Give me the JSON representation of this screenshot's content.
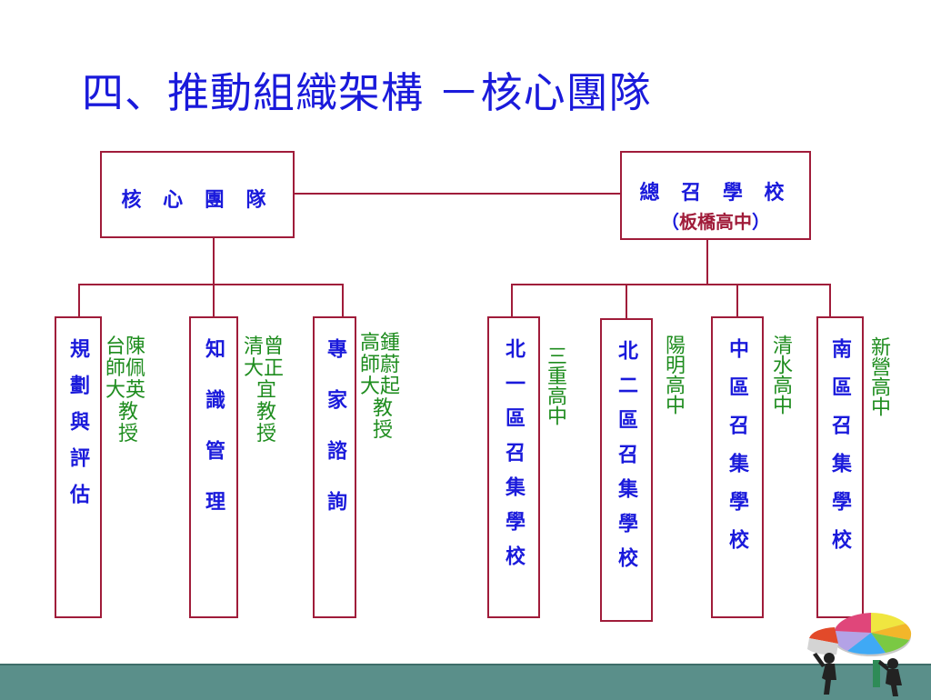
{
  "title": "四、推動組織架構 －核心團隊",
  "core_team": "核 心 團 隊",
  "convener": {
    "label": "總 召 學 校",
    "sub_open": "（",
    "sub_school": "板橋高中",
    "sub_close": "）"
  },
  "left_groups": [
    {
      "label": "規劃與評估",
      "notes": [
        "台陳",
        "師佩",
        "大英",
        "  教",
        "  授"
      ]
    },
    {
      "label": "知識管理",
      "notes": [
        "清曾",
        "大正",
        "  宜",
        "  教",
        "  授"
      ]
    },
    {
      "label": "專家諮詢",
      "notes": [
        "高鍾",
        "師蔚",
        "大起",
        "  教",
        "  授"
      ]
    }
  ],
  "right_groups": [
    {
      "label": "北一區召集學校",
      "school": "三重高中"
    },
    {
      "label": "北二區召集學校",
      "school": "陽明高中"
    },
    {
      "label": "中區召集學校",
      "school": "清水高中"
    },
    {
      "label": "南區召集學校",
      "school": "新營高中"
    }
  ],
  "colors": {
    "title": "#1a1adb",
    "box_border": "#a01c3a",
    "notes": "#1e8c1e",
    "ground": "#5a8f8a"
  }
}
